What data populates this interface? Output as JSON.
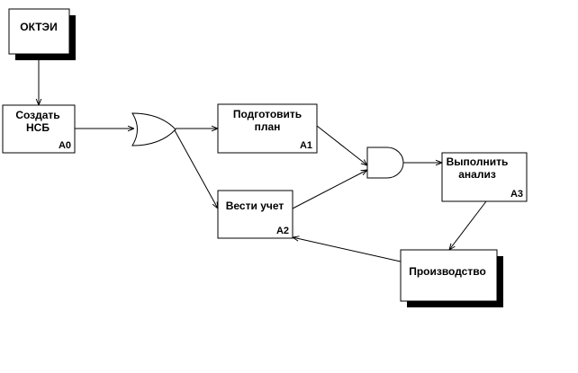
{
  "diagram": {
    "nodes": {
      "oktei": {
        "line1": "ОКТЭИ"
      },
      "a0": {
        "line1": "Создать",
        "line2": "НСБ",
        "code": "А0"
      },
      "a1": {
        "line1": "Подготовить",
        "line2": "план",
        "code": "А1"
      },
      "a2": {
        "line1": "Вести учет",
        "code": "А2"
      },
      "a3": {
        "line1": "Выполнить",
        "line2": "анализ",
        "code": "А3"
      },
      "production": {
        "line1": "Производство"
      }
    },
    "gates": {
      "or_gate": {
        "type": "OR"
      },
      "and_gate": {
        "type": "AND"
      }
    },
    "colors": {
      "stroke": "#000000",
      "fill": "#ffffff",
      "shadow": "#000000"
    }
  }
}
